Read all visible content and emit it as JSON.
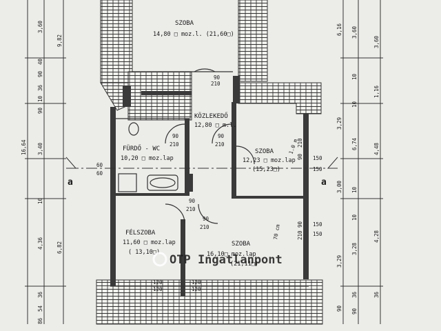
{
  "rooms": {
    "top_room_name": "SZOBA",
    "top_room_area": "14,80 □ moz.l. (21,60□)",
    "corridor_name": "KÖZLEKEDŐ",
    "corridor_area": "12,80 □ m.l.",
    "bath_name": "FÜRDŐ - WC",
    "bath_area": "10,20 □ moz.lap",
    "right_room_name": "SZOBA",
    "right_room_area": "12,23 □ moz.lap",
    "right_room_area2": "(15,23□)",
    "half_room_name": "FÉLSZOBA",
    "half_room_area": "11,60 □ moz.lap",
    "half_room_area2": "( 13,10□)",
    "bottom_room_name": "SZOBA",
    "bottom_room_area": "16,10□ moz.lap",
    "bottom_room_area2": "(21,11□)"
  },
  "section": {
    "label_left": "a",
    "label_right": "a"
  },
  "openings": {
    "top_door_w": "90",
    "top_door_h": "210",
    "bath_door_w": "90",
    "bath_door_h": "210",
    "corr_door_w": "90",
    "corr_door_h": "210",
    "half_door_w": "90",
    "half_door_h": "210",
    "bottom_door_w": "90",
    "bottom_door_h": "210",
    "bath_win_w": "60",
    "bath_win_h": "60",
    "right_win_w": "150",
    "right_win_h": "150",
    "right_win2_w": "150",
    "right_win2_h": "150",
    "right_door_w": "90",
    "right_door_h": "210",
    "right_door2_w": "90",
    "right_door2_h": "210",
    "bottom_win1": "120",
    "bottom_win2": "120",
    "bottom_win3": "120",
    "bottom_win4": "120"
  },
  "dims_left": {
    "overall": "16,64",
    "d1": "3,60",
    "d2": "9,82",
    "d3": "40",
    "d4": "90",
    "d5": "36",
    "d6": "10",
    "d7": "90",
    "d8": "3,40",
    "d9": "10",
    "d10": "4,36",
    "d11": "6,82",
    "d12": "36",
    "d13": "54",
    "d14": "86"
  },
  "dims_right": {
    "d1": "6,16",
    "d2": "3,60",
    "d3": "3,60",
    "d4": "10",
    "d5": "10",
    "d6": "1,16",
    "d7": "3,29",
    "d8": "6,74",
    "d9": "4,48",
    "d10": "3,00",
    "d11": "10",
    "d12": "10",
    "d13": "3,28",
    "d14": "4,28",
    "d15": "3,29",
    "d16": "36",
    "d17": "36",
    "d18": "90",
    "d19": "90"
  },
  "handwriting": {
    "note1": "70 cm",
    "note2": "1.0 m"
  },
  "watermark": {
    "text": "OTP Ingatlanpont"
  }
}
